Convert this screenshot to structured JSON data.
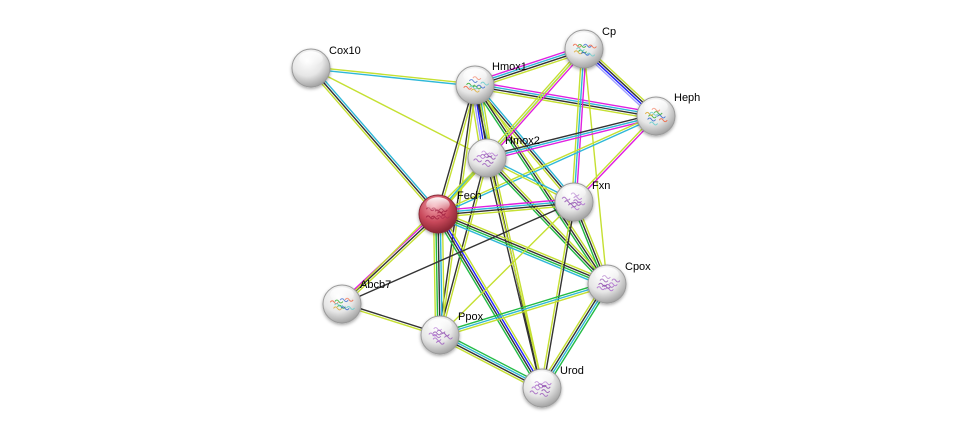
{
  "title": "Protein interaction network",
  "nodes": [
    {
      "id": "Cox10",
      "label": "Cox10",
      "color": "#e8e8e8",
      "structure": false,
      "query": false
    },
    {
      "id": "Hmox1",
      "label": "Hmox1",
      "color": "#e8e8e8",
      "structure": true,
      "query": false,
      "motif": "multi"
    },
    {
      "id": "Cp",
      "label": "Cp",
      "color": "#e8e8e8",
      "structure": true,
      "query": false,
      "motif": "multi"
    },
    {
      "id": "Heph",
      "label": "Heph",
      "color": "#e8e8e8",
      "structure": true,
      "query": false,
      "motif": "multi"
    },
    {
      "id": "Hmox2",
      "label": "Hmox2",
      "color": "#e8e8e8",
      "structure": true,
      "query": false,
      "motif": "purple"
    },
    {
      "id": "Fech",
      "label": "Fech",
      "color": "#c8485a",
      "structure": true,
      "query": true,
      "motif": "red"
    },
    {
      "id": "Fxn",
      "label": "Fxn",
      "color": "#e8e8e8",
      "structure": true,
      "query": false,
      "motif": "purple"
    },
    {
      "id": "Cpox",
      "label": "Cpox",
      "color": "#e8e8e8",
      "structure": true,
      "query": false,
      "motif": "purple"
    },
    {
      "id": "Abcb7",
      "label": "Abcb7",
      "color": "#e8e8e8",
      "structure": true,
      "query": false,
      "motif": "multi"
    },
    {
      "id": "Ppox",
      "label": "Ppox",
      "color": "#e8e8e8",
      "structure": true,
      "query": false,
      "motif": "purple"
    },
    {
      "id": "Urod",
      "label": "Urod",
      "color": "#e8e8e8",
      "structure": true,
      "query": false,
      "motif": "purple"
    }
  ],
  "evidence_colors": {
    "textmining": "#c5e032",
    "coexpression": "#333333",
    "database": "#2fb8d8",
    "experiments": "#e020e0",
    "neighborhood": "#2222ff",
    "cooccurrence": "#22bb44",
    "homology": "#a0a0ff"
  },
  "edges": [
    {
      "a": "Cox10",
      "b": "Hmox1",
      "ev": [
        "textmining",
        "database"
      ]
    },
    {
      "a": "Cox10",
      "b": "Fech",
      "ev": [
        "database",
        "coexpression",
        "textmining"
      ]
    },
    {
      "a": "Cox10",
      "b": "Hmox2",
      "ev": [
        "textmining"
      ]
    },
    {
      "a": "Hmox1",
      "b": "Cp",
      "ev": [
        "experiments",
        "database",
        "coexpression",
        "textmining"
      ]
    },
    {
      "a": "Hmox1",
      "b": "Heph",
      "ev": [
        "experiments",
        "database",
        "coexpression",
        "textmining"
      ]
    },
    {
      "a": "Hmox1",
      "b": "Hmox2",
      "ev": [
        "textmining",
        "database",
        "coexpression",
        "neighborhood",
        "homology",
        "textmining"
      ]
    },
    {
      "a": "Hmox1",
      "b": "Fech",
      "ev": [
        "textmining",
        "coexpression"
      ]
    },
    {
      "a": "Hmox1",
      "b": "Fxn",
      "ev": [
        "database",
        "coexpression",
        "textmining"
      ]
    },
    {
      "a": "Hmox1",
      "b": "Cpox",
      "ev": [
        "textmining",
        "coexpression",
        "cooccurrence"
      ]
    },
    {
      "a": "Hmox1",
      "b": "Ppox",
      "ev": [
        "textmining",
        "coexpression"
      ]
    },
    {
      "a": "Hmox1",
      "b": "Urod",
      "ev": [
        "textmining",
        "coexpression"
      ]
    },
    {
      "a": "Cp",
      "b": "Heph",
      "ev": [
        "textmining",
        "coexpression",
        "neighborhood",
        "homology"
      ]
    },
    {
      "a": "Cp",
      "b": "Hmox2",
      "ev": [
        "experiments",
        "database",
        "textmining"
      ]
    },
    {
      "a": "Cp",
      "b": "Fech",
      "ev": [
        "textmining"
      ]
    },
    {
      "a": "Cp",
      "b": "Fxn",
      "ev": [
        "experiments",
        "database",
        "textmining"
      ]
    },
    {
      "a": "Cp",
      "b": "Cpox",
      "ev": [
        "textmining"
      ]
    },
    {
      "a": "Heph",
      "b": "Hmox2",
      "ev": [
        "experiments",
        "database",
        "coexpression"
      ]
    },
    {
      "a": "Heph",
      "b": "Fech",
      "ev": [
        "database",
        "textmining"
      ]
    },
    {
      "a": "Heph",
      "b": "Fxn",
      "ev": [
        "experiments",
        "textmining"
      ]
    },
    {
      "a": "Hmox2",
      "b": "Fech",
      "ev": [
        "textmining",
        "database"
      ]
    },
    {
      "a": "Hmox2",
      "b": "Fxn",
      "ev": [
        "database",
        "textmining"
      ]
    },
    {
      "a": "Hmox2",
      "b": "Cpox",
      "ev": [
        "textmining",
        "coexpression",
        "cooccurrence"
      ]
    },
    {
      "a": "Hmox2",
      "b": "Ppox",
      "ev": [
        "textmining",
        "coexpression"
      ]
    },
    {
      "a": "Hmox2",
      "b": "Urod",
      "ev": [
        "textmining",
        "coexpression"
      ]
    },
    {
      "a": "Fech",
      "b": "Fxn",
      "ev": [
        "experiments",
        "database",
        "coexpression",
        "textmining"
      ]
    },
    {
      "a": "Fech",
      "b": "Cpox",
      "ev": [
        "textmining",
        "coexpression",
        "cooccurrence",
        "database"
      ]
    },
    {
      "a": "Fech",
      "b": "Abcb7",
      "ev": [
        "textmining",
        "coexpression",
        "experiments"
      ]
    },
    {
      "a": "Fech",
      "b": "Ppox",
      "ev": [
        "textmining",
        "database",
        "coexpression",
        "cooccurrence",
        "textmining"
      ]
    },
    {
      "a": "Fech",
      "b": "Urod",
      "ev": [
        "textmining",
        "neighborhood",
        "coexpression",
        "cooccurrence"
      ]
    },
    {
      "a": "Fxn",
      "b": "Cpox",
      "ev": [
        "textmining",
        "coexpression",
        "cooccurrence"
      ]
    },
    {
      "a": "Fxn",
      "b": "Abcb7",
      "ev": [
        "coexpression"
      ]
    },
    {
      "a": "Fxn",
      "b": "Ppox",
      "ev": [
        "textmining"
      ]
    },
    {
      "a": "Fxn",
      "b": "Urod",
      "ev": [
        "coexpression",
        "textmining"
      ]
    },
    {
      "a": "Cpox",
      "b": "Ppox",
      "ev": [
        "textmining",
        "database",
        "cooccurrence"
      ]
    },
    {
      "a": "Cpox",
      "b": "Urod",
      "ev": [
        "cooccurrence",
        "database",
        "coexpression",
        "textmining"
      ]
    },
    {
      "a": "Abcb7",
      "b": "Ppox",
      "ev": [
        "coexpression",
        "textmining"
      ]
    },
    {
      "a": "Abcb7",
      "b": "Hmox2",
      "ev": [
        "textmining"
      ]
    },
    {
      "a": "Ppox",
      "b": "Urod",
      "ev": [
        "cooccurrence",
        "database",
        "coexpression",
        "textmining"
      ]
    }
  ]
}
